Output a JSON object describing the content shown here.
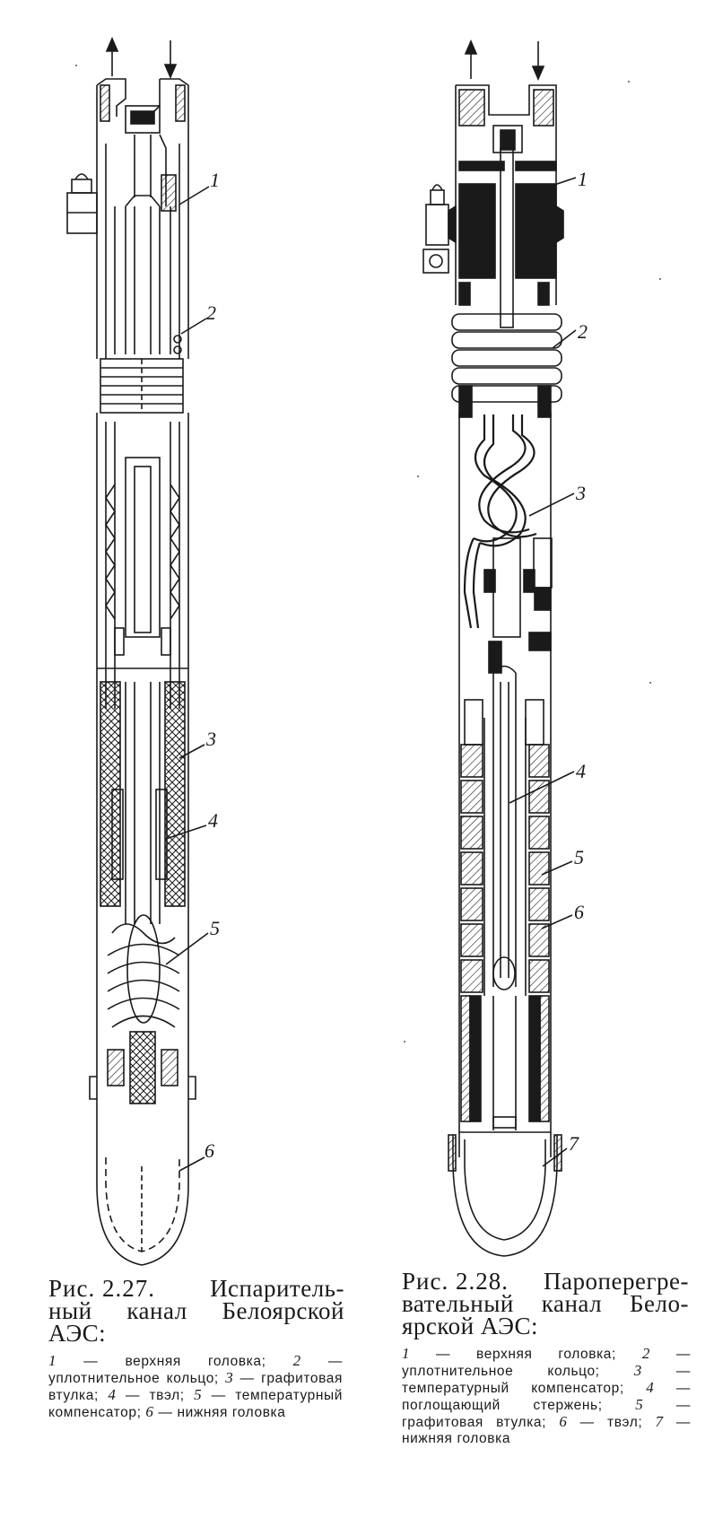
{
  "figure_left": {
    "callouts": [
      "1",
      "2",
      "3",
      "4",
      "5",
      "6"
    ],
    "caption": {
      "label": "Рис. 2.27.",
      "line1_rest": "Испаритель-",
      "line2": "ный канал Белоярской",
      "line3": "АЭС:"
    },
    "legend": [
      {
        "num": "1",
        "text": " — верхняя головка; "
      },
      {
        "num": "2",
        "text": " — уплотнительное кольцо; "
      },
      {
        "num": "3",
        "text": " — графитовая втулка; "
      },
      {
        "num": "4",
        "text": " — твэл; "
      },
      {
        "num": "5",
        "text": " — температурный компенсатор; "
      },
      {
        "num": "6",
        "text": " — нижняя головка"
      }
    ]
  },
  "figure_right": {
    "callouts": [
      "1",
      "2",
      "3",
      "4",
      "5",
      "6",
      "7"
    ],
    "caption": {
      "label": "Рис. 2.28.",
      "line1_rest": "Пароперегре-",
      "line2": "вательный канал Бело-",
      "line3": "ярской АЭС:"
    },
    "legend": [
      {
        "num": "1",
        "text": " — верхняя головка; "
      },
      {
        "num": "2",
        "text": " — уплотнительное кольцо; "
      },
      {
        "num": "3",
        "text": " — температурный компенсатор; "
      },
      {
        "num": "4",
        "text": " — поглощающий стержень; "
      },
      {
        "num": "5",
        "text": " — графитовая втулка; "
      },
      {
        "num": "6",
        "text": " — твэл; "
      },
      {
        "num": "7",
        "text": " — нижняя головка"
      }
    ]
  },
  "colors": {
    "ink": "#1a1a1a",
    "paper": "#ffffff"
  }
}
